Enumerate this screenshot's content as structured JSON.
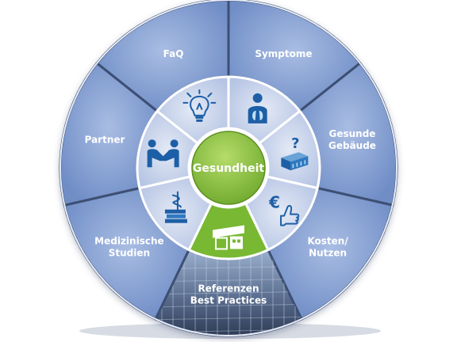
{
  "wheel": {
    "center": {
      "label": "Gesundheit"
    },
    "segments": [
      {
        "id": "symptome",
        "lines": [
          "Symptome"
        ],
        "icon": "person-lungs-icon",
        "active": false
      },
      {
        "id": "gesunde-gebaeude",
        "lines": [
          "Gesunde",
          "Gebäude"
        ],
        "icon": "building-question-icon",
        "active": false
      },
      {
        "id": "kosten-nutzen",
        "lines": [
          "Kosten/",
          "Nutzen"
        ],
        "icon": "euro-thumbs-up-icon",
        "active": false
      },
      {
        "id": "referenzen",
        "lines": [
          "Referenzen",
          "Best Practices"
        ],
        "icon": "building-icon",
        "active": true
      },
      {
        "id": "medizinische-studien",
        "lines": [
          "Medizinische",
          "Studien"
        ],
        "icon": "books-caduceus-icon",
        "active": false
      },
      {
        "id": "partner",
        "lines": [
          "Partner"
        ],
        "icon": "handshake-icon",
        "active": false
      },
      {
        "id": "faq",
        "lines": [
          "FaQ"
        ],
        "icon": "lightbulb-icon",
        "active": false
      }
    ]
  },
  "colors": {
    "outer_ring": "#7f9bd0",
    "inner_ring": "#c6d2ea",
    "center": "#8dc23f",
    "active": "#78b833",
    "divider": "#3e4f73",
    "icon": "#1d5fa6"
  }
}
